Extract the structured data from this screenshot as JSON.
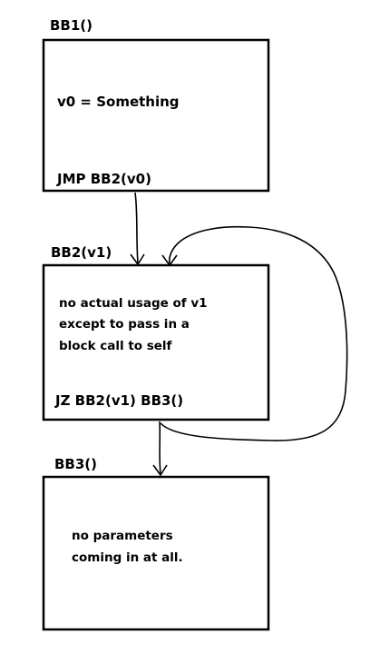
{
  "blocks": {
    "bb1": {
      "label": "BB1()",
      "body": "v0 = Something",
      "terminator": "JMP BB2(v0)"
    },
    "bb2": {
      "label": "BB2(v1)",
      "body_lines": [
        "no actual usage of v1",
        "except to pass in a",
        "block call to self"
      ],
      "terminator": "JZ BB2(v1) BB3()"
    },
    "bb3": {
      "label": "BB3()",
      "body_lines": [
        "no parameters",
        "coming in at all."
      ]
    }
  },
  "colors": {
    "stroke": "#000000",
    "background": "#ffffff",
    "text": "#000000"
  }
}
